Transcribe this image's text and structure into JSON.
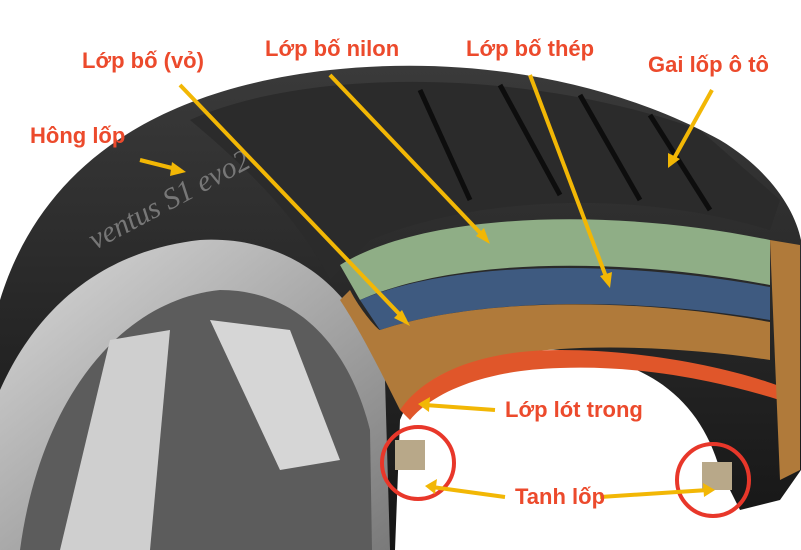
{
  "labels": {
    "sidewall": "Hông lốp",
    "carcass_ply": "Lớp bố (vỏ)",
    "nylon_ply": "Lớp bố nilon",
    "steel_belt": "Lớp bố thép",
    "tread": "Gai lốp ô tô",
    "inner_liner": "Lớp lót trong",
    "bead": "Tanh lốp"
  },
  "sidewall_print": "ventus S1 evo2",
  "colors": {
    "label": "#ec4a2c",
    "arrow": "#f2b705",
    "highlight_circle": "#e8372a"
  }
}
